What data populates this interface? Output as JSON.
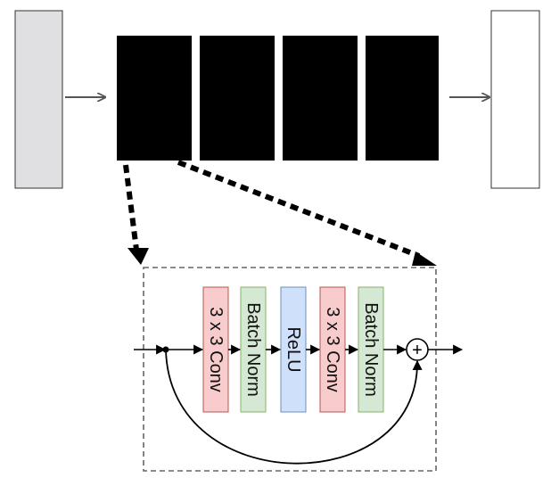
{
  "blocks": {
    "layer_count": 4,
    "input_color": "#e0e0e2",
    "output_color": "#ffffff",
    "layer_color": "#000000"
  },
  "residual_block": {
    "layers": [
      {
        "label": "3 x 3 Conv",
        "color": "#f8cccc",
        "border": "#b85450"
      },
      {
        "label": "Batch Norm",
        "color": "#d5e8d4",
        "border": "#82b366"
      },
      {
        "label": "ReLU",
        "color": "#cfe0fb",
        "border": "#6c8ebf"
      },
      {
        "label": "3 x 3 Conv",
        "color": "#f8cccc",
        "border": "#b85450"
      },
      {
        "label": "Batch Norm",
        "color": "#d5e8d4",
        "border": "#82b366"
      }
    ],
    "sum_symbol": "+"
  },
  "colors": {
    "arrow": "#555555",
    "dashed_border": "#666666",
    "connector": "#000000"
  }
}
